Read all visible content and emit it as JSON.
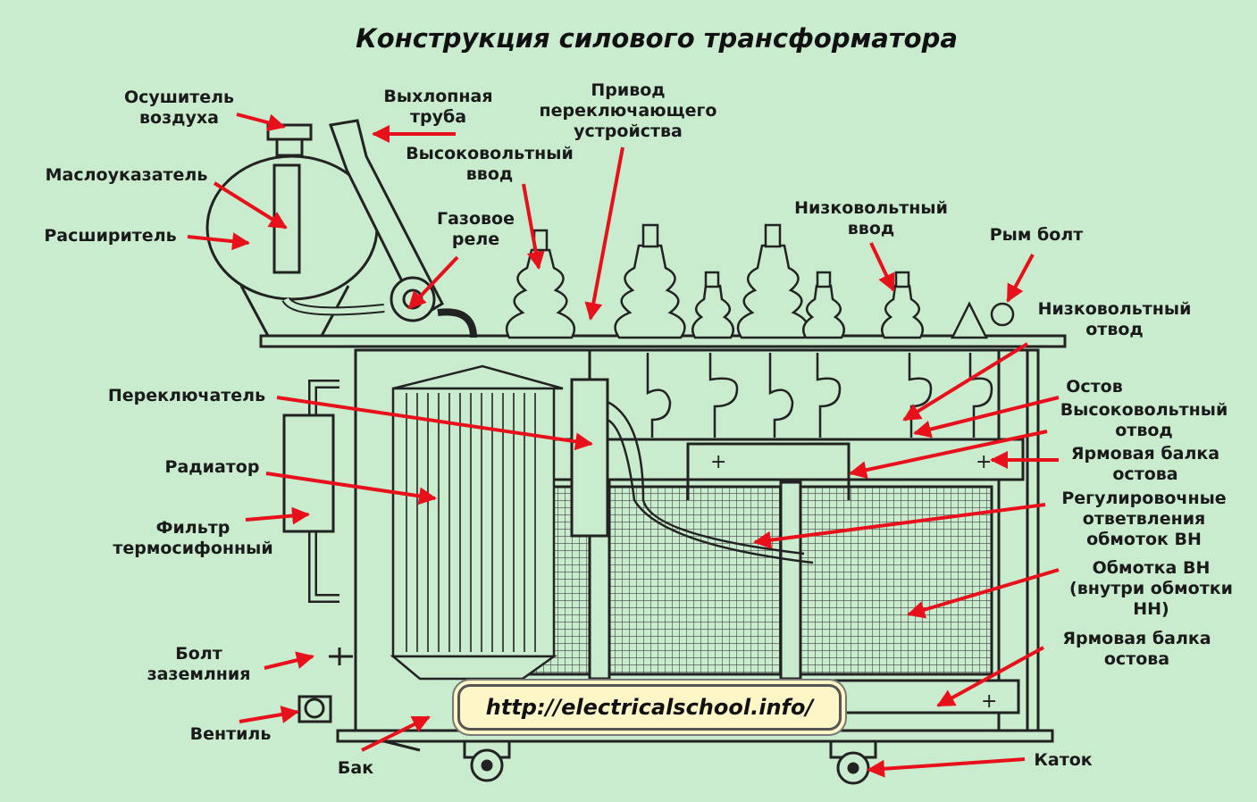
{
  "title": "Конструкция силового  трансформатора",
  "url": "http://electricalschool.info/",
  "labels": {
    "osushitel": [
      "Осушитель",
      "воздуха"
    ],
    "vyhlopnaya": [
      "Выхлопная",
      "труба"
    ],
    "privod": [
      "Привод",
      "переключающего",
      "устройства"
    ],
    "vv_vvod": [
      "Высоковольтный",
      "ввод"
    ],
    "maslo": [
      "Маслоуказатель"
    ],
    "gazovoe": [
      "Газовое",
      "реле"
    ],
    "nv_vvod": [
      "Низковольтный",
      "ввод"
    ],
    "rym": [
      "Рым болт"
    ],
    "rasshir": [
      "Расширитель"
    ],
    "nv_otvod": [
      "Низковольтный",
      "отвод"
    ],
    "ostov": [
      "Остов"
    ],
    "vv_otvod": [
      "Высоковольтный",
      "отвод"
    ],
    "pereklyuch": [
      "Переключатель"
    ],
    "yarm1": [
      "Ярмовая балка",
      "остова"
    ],
    "radiator": [
      "Радиатор"
    ],
    "regul": [
      "Регулировочные",
      "ответвления",
      "обмоток ВН"
    ],
    "filtr": [
      "Фильтр",
      "термосифонный"
    ],
    "obmotka": [
      "Обмотка ВН",
      "(внутри обмотки",
      "НН)"
    ],
    "yarm2": [
      "Ярмовая балка",
      "остова"
    ],
    "bolt": [
      "Болт",
      "заземлния"
    ],
    "ventil": [
      "Вентиль"
    ],
    "bak": [
      "Бак"
    ],
    "katok": [
      "Каток"
    ]
  }
}
